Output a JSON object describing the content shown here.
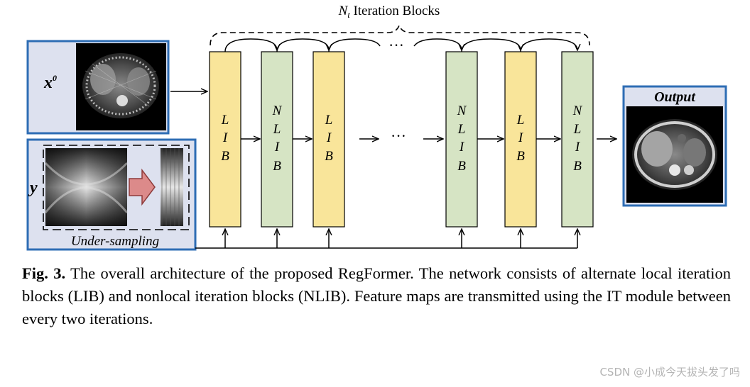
{
  "header": {
    "n_symbol": "N",
    "n_subscript": "t",
    "label": " Iteration Blocks"
  },
  "inputs": {
    "x_label": "x",
    "x_superscript": "0",
    "y_label": "y",
    "undersampling_label": "Under-sampling"
  },
  "blocks": [
    {
      "type": "LIB",
      "letters": [
        "L",
        "I",
        "B"
      ]
    },
    {
      "type": "NLIB",
      "letters": [
        "N",
        "L",
        "I",
        "B"
      ]
    },
    {
      "type": "LIB",
      "letters": [
        "L",
        "I",
        "B"
      ]
    },
    {
      "type": "NLIB",
      "letters": [
        "N",
        "L",
        "I",
        "B"
      ]
    },
    {
      "type": "LIB",
      "letters": [
        "L",
        "I",
        "B"
      ]
    },
    {
      "type": "NLIB",
      "letters": [
        "N",
        "L",
        "I",
        "B"
      ]
    }
  ],
  "ellipsis": "···",
  "output_label": "Output",
  "caption": {
    "label": "Fig. 3.",
    "text": "  The overall architecture of the proposed RegFormer. The network consists of alternate local iteration blocks (LIB) and nonlocal iteration blocks (NLIB). Feature maps are transmitted using the IT module between every two iterations."
  },
  "watermark": "CSDN @小成今天拔头发了吗",
  "colors": {
    "lib_fill": "#f9e59a",
    "nlib_fill": "#d6e4c4",
    "panel_fill": "#dde1ef",
    "panel_border": "#2e6db4",
    "arrow_fill": "#dc8a8a"
  }
}
